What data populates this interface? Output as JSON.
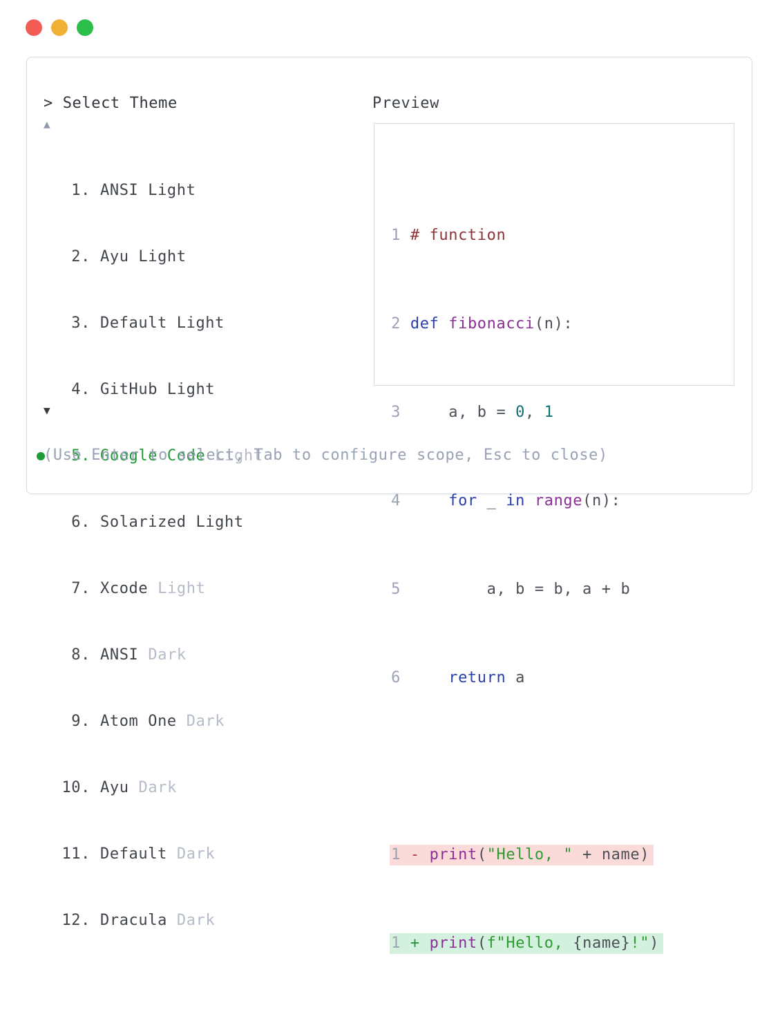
{
  "window": {
    "controls": {
      "close": "close",
      "minimize": "minimize",
      "maximize": "maximize"
    },
    "control_colors": {
      "close": "#f15c54",
      "minimize": "#f0b136",
      "maximize": "#2abf4a"
    }
  },
  "picker": {
    "prompt": "> Select Theme",
    "scroll_up_icon": "▲",
    "scroll_down_icon": "▼",
    "items": [
      {
        "num": "1.",
        "main": "ANSI Light",
        "dim": "",
        "selected": false
      },
      {
        "num": "2.",
        "main": "Ayu Light",
        "dim": "",
        "selected": false
      },
      {
        "num": "3.",
        "main": "Default Light",
        "dim": "",
        "selected": false
      },
      {
        "num": "4.",
        "main": "GitHub Light",
        "dim": "",
        "selected": false
      },
      {
        "num": "5.",
        "main": "Google Code",
        "dim": "Light",
        "selected": true
      },
      {
        "num": "6.",
        "main": "Solarized Light",
        "dim": "",
        "selected": false
      },
      {
        "num": "7.",
        "main": "Xcode",
        "dim": "Light",
        "selected": false
      },
      {
        "num": "8.",
        "main": "ANSI",
        "dim": "Dark",
        "selected": false
      },
      {
        "num": "9.",
        "main": "Atom One",
        "dim": "Dark",
        "selected": false
      },
      {
        "num": "10.",
        "main": "Ayu",
        "dim": "Dark",
        "selected": false
      },
      {
        "num": "11.",
        "main": "Default",
        "dim": "Dark",
        "selected": false
      },
      {
        "num": "12.",
        "main": "Dracula",
        "dim": "Dark",
        "selected": false
      }
    ],
    "selected_color": "#1f9a38",
    "footer": "(Use Enter to select, Tab to configure scope, Esc to close)"
  },
  "preview": {
    "title": "Preview",
    "syntax_colors": {
      "comment": "#8e3434",
      "keyword": "#2a3fae",
      "function": "#8b2f96",
      "literal": "#0f6f74",
      "string": "#2d9b31",
      "plain": "#4b5058",
      "line_number": "#9aa3b3",
      "diff_removed_bg": "#fbdbda",
      "diff_added_bg": "#d4f1df"
    },
    "code": [
      {
        "num": "1",
        "segs": [
          [
            " # function",
            "com"
          ]
        ]
      },
      {
        "num": "2",
        "segs": [
          [
            " ",
            "pln"
          ],
          [
            "def",
            "kwd"
          ],
          [
            " ",
            "pln"
          ],
          [
            "fibonacci",
            "fun"
          ],
          [
            "(n):",
            "pln"
          ]
        ]
      },
      {
        "num": "3",
        "segs": [
          [
            "     a, b = ",
            "pln"
          ],
          [
            "0",
            "lit"
          ],
          [
            ", ",
            "pln"
          ],
          [
            "1",
            "lit"
          ]
        ]
      },
      {
        "num": "4",
        "segs": [
          [
            "     ",
            "pln"
          ],
          [
            "for",
            "kwd"
          ],
          [
            " _ ",
            "pln"
          ],
          [
            "in",
            "kwd"
          ],
          [
            " ",
            "pln"
          ],
          [
            "range",
            "fun"
          ],
          [
            "(n):",
            "pln"
          ]
        ]
      },
      {
        "num": "5",
        "segs": [
          [
            "         a, b = b, a + b",
            "pln"
          ]
        ]
      },
      {
        "num": "6",
        "segs": [
          [
            "     ",
            "pln"
          ],
          [
            "return",
            "kwd"
          ],
          [
            " a",
            "pln"
          ]
        ]
      },
      {
        "num": "",
        "segs": []
      },
      {
        "num": "1",
        "diff": "removed",
        "segs": [
          [
            " ",
            "pln"
          ],
          [
            "-",
            "del"
          ],
          [
            " ",
            "pln"
          ],
          [
            "print",
            "fun"
          ],
          [
            "(",
            "pln"
          ],
          [
            "\"Hello, \"",
            "str"
          ],
          [
            " + name)",
            "pln"
          ]
        ]
      },
      {
        "num": "1",
        "diff": "added",
        "segs": [
          [
            " ",
            "pln"
          ],
          [
            "+",
            "ins"
          ],
          [
            " ",
            "pln"
          ],
          [
            "print",
            "fun"
          ],
          [
            "(",
            "pln"
          ],
          [
            "f\"Hello, ",
            "str"
          ],
          [
            "{name}",
            "pln"
          ],
          [
            "!\"",
            "str"
          ],
          [
            ")",
            "pln"
          ]
        ]
      }
    ]
  }
}
